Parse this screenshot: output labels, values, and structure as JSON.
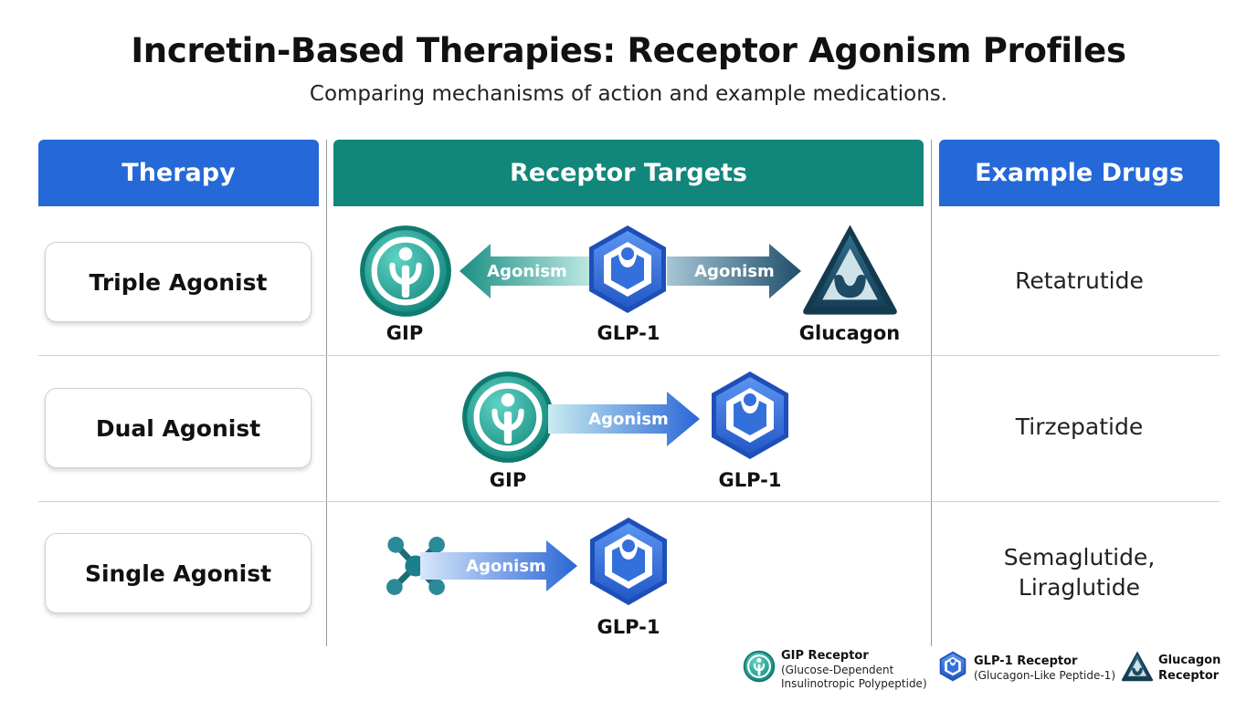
{
  "title": "Incretin-Based Therapies: Receptor Agonism Profiles",
  "subtitle": "Comparing mechanisms of action and example medications.",
  "columns": {
    "therapy": "Therapy",
    "targets": "Receptor Targets",
    "drugs": "Example Drugs"
  },
  "colors": {
    "header_blue": "#2568d8",
    "header_teal": "#11867a",
    "gip_teal": "#1fa89a",
    "glp1_blue": "#3a78e0",
    "glucagon_navy": "#1f4f6a"
  },
  "rows": [
    {
      "therapy": "Triple Agonist",
      "left_arrow": "Agonism",
      "right_arrow": "Agonism",
      "receptors": [
        "GIP",
        "GLP-1",
        "Glucagon"
      ],
      "drugs": [
        "Retatrutide"
      ]
    },
    {
      "therapy": "Dual Agonist",
      "arrow": "Agonism",
      "receptors": [
        "GIP",
        "GLP-1"
      ],
      "drugs": [
        "Tirzepatide"
      ]
    },
    {
      "therapy": "Single Agonist",
      "arrow": "Agonism",
      "receptors": [
        "GLP-1"
      ],
      "drugs": [
        "Semaglutide,",
        "Liraglutide"
      ]
    }
  ],
  "legend": {
    "gip_title": "GIP Receptor",
    "gip_sub_1": "(Glucose-Dependent",
    "gip_sub_2": "Insulinotropic Polypeptide)",
    "glp1_title": "GLP-1 Receptor",
    "glp1_sub": "(Glucagon-Like Peptide-1)",
    "glucagon_title_1": "Glucagon",
    "glucagon_title_2": "Receptor"
  },
  "icons": {
    "gip": "gip-receptor-icon",
    "glp1": "glp1-receptor-icon",
    "glucagon": "glucagon-receptor-icon",
    "molecule": "molecule-icon"
  }
}
